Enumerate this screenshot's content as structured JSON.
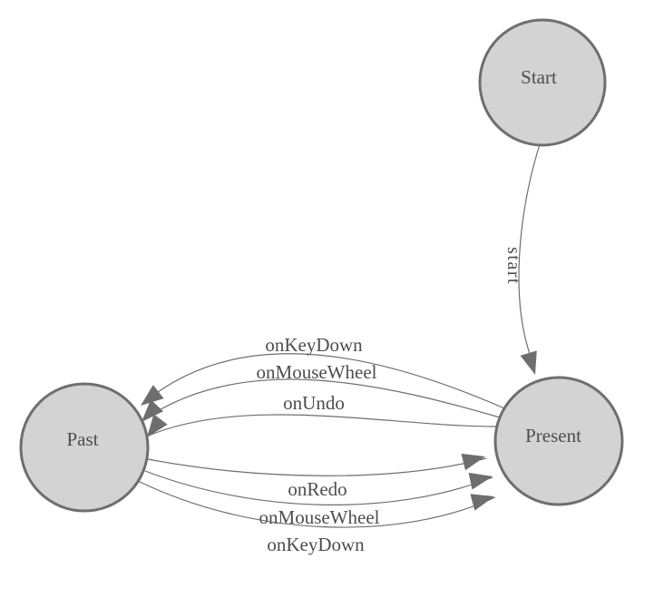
{
  "colors": {
    "background": "#ffffff",
    "node_fill": "#d3d3d3",
    "node_stroke": "#6e6e6e",
    "edge_stroke": "#6e6e6e",
    "arrow_fill": "#6e6e6e",
    "label_text": "#4d4d4d"
  },
  "nodes": [
    {
      "id": "start",
      "label": "Start"
    },
    {
      "id": "present",
      "label": "Present"
    },
    {
      "id": "past",
      "label": "Past"
    }
  ],
  "edges": [
    {
      "id": "start-to-present",
      "from": "Start",
      "to": "Present",
      "label": "start"
    },
    {
      "id": "present-to-past-onkeydown",
      "from": "Present",
      "to": "Past",
      "label": "onKeyDown"
    },
    {
      "id": "present-to-past-onmousewheel",
      "from": "Present",
      "to": "Past",
      "label": "onMouseWheel"
    },
    {
      "id": "present-to-past-onundo",
      "from": "Present",
      "to": "Past",
      "label": "onUndo"
    },
    {
      "id": "past-to-present-onredo",
      "from": "Past",
      "to": "Present",
      "label": "onRedo"
    },
    {
      "id": "past-to-present-onmousewheel",
      "from": "Past",
      "to": "Present",
      "label": "onMouseWheel"
    },
    {
      "id": "past-to-present-onkeydown",
      "from": "Past",
      "to": "Present",
      "label": "onKeyDown"
    }
  ]
}
